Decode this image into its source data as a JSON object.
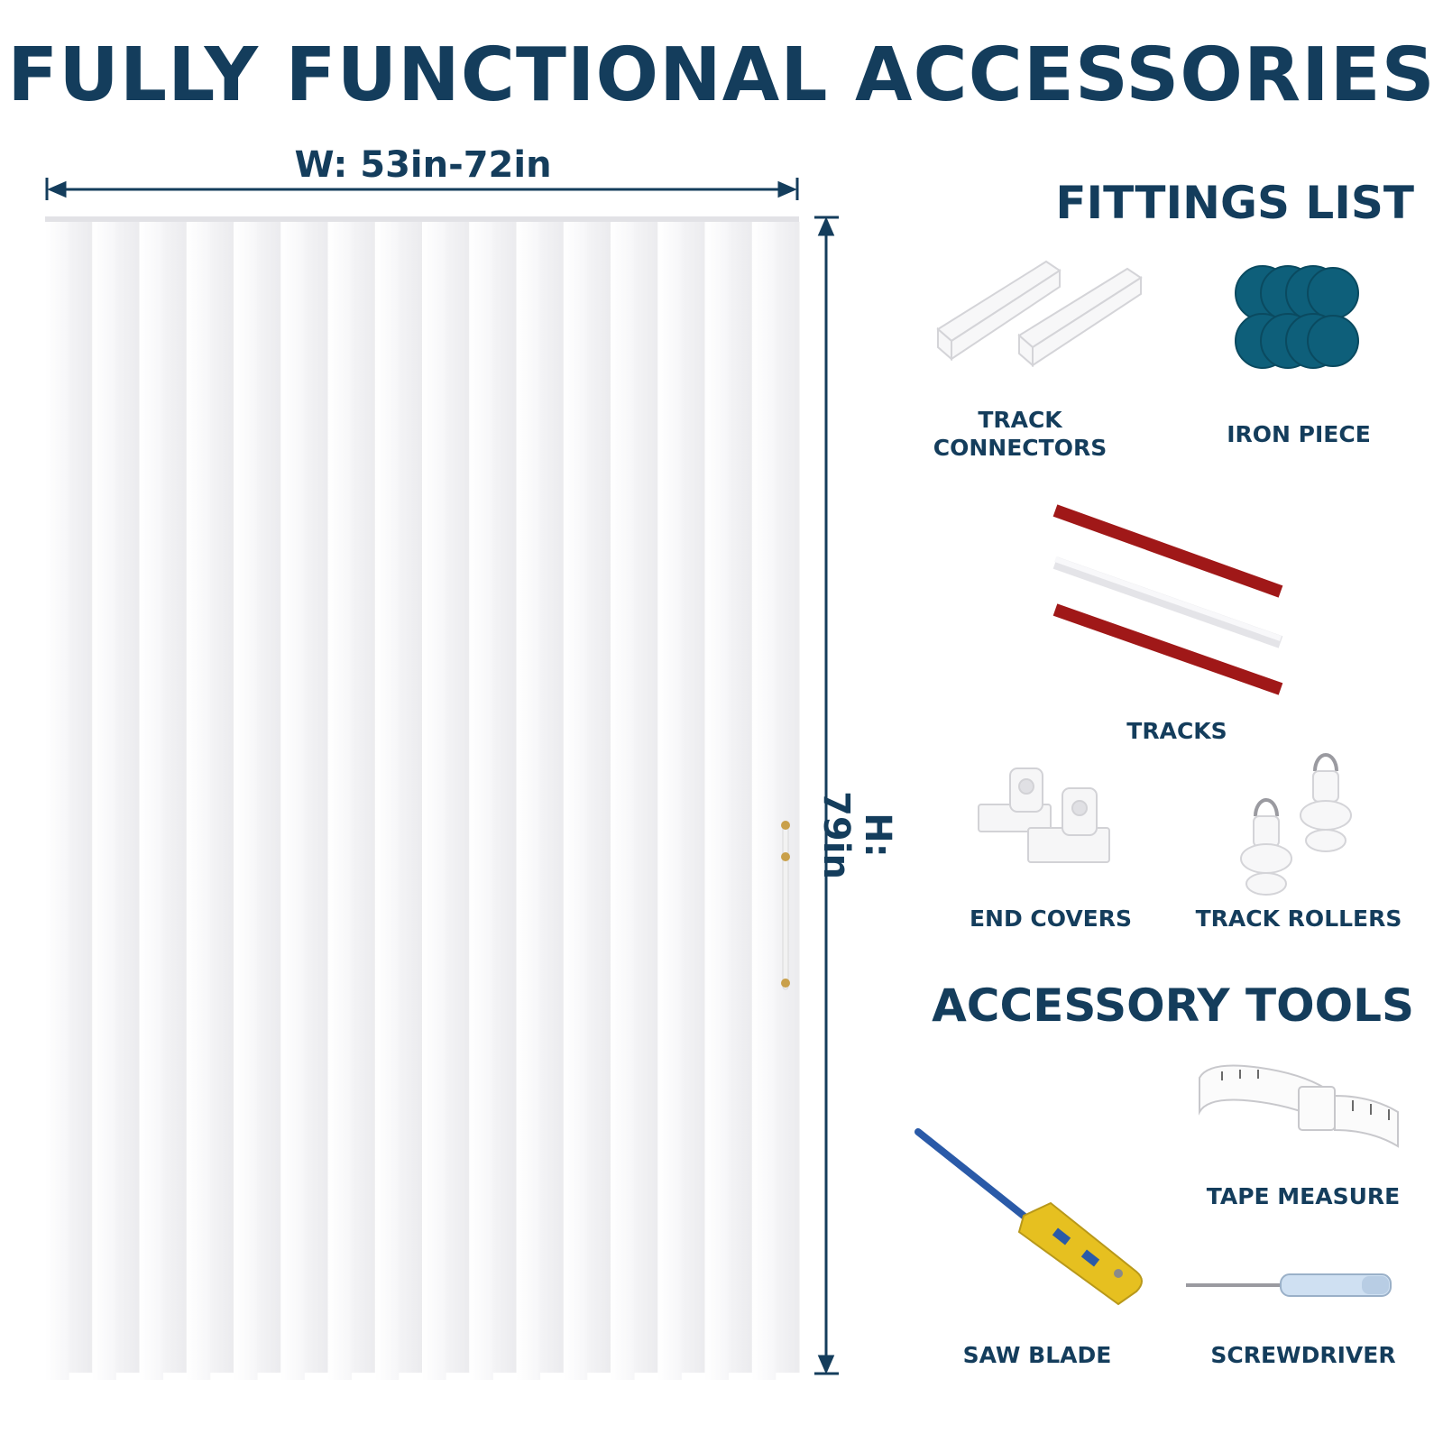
{
  "title": "FULLY FUNCTIONAL ACCESSORIES",
  "dimensions": {
    "width": "W: 53in-72in",
    "height": "H: 79in"
  },
  "fittings": {
    "title": "FITTINGS LIST",
    "items": [
      "TRACK CONNECTORS",
      "IRON PIECE",
      "TRACKS",
      "END COVERS",
      "TRACK ROLLERS"
    ]
  },
  "tools": {
    "title": "ACCESSORY TOOLS",
    "items": [
      "TAPE MEASURE",
      "SAW BLADE",
      "SCREWDRIVER"
    ]
  },
  "colors": {
    "navy": "#143d5c",
    "teal": "#0e5f7a",
    "red": "#a01818",
    "blue": "#2a5aa8",
    "yellow": "#e6c020"
  }
}
